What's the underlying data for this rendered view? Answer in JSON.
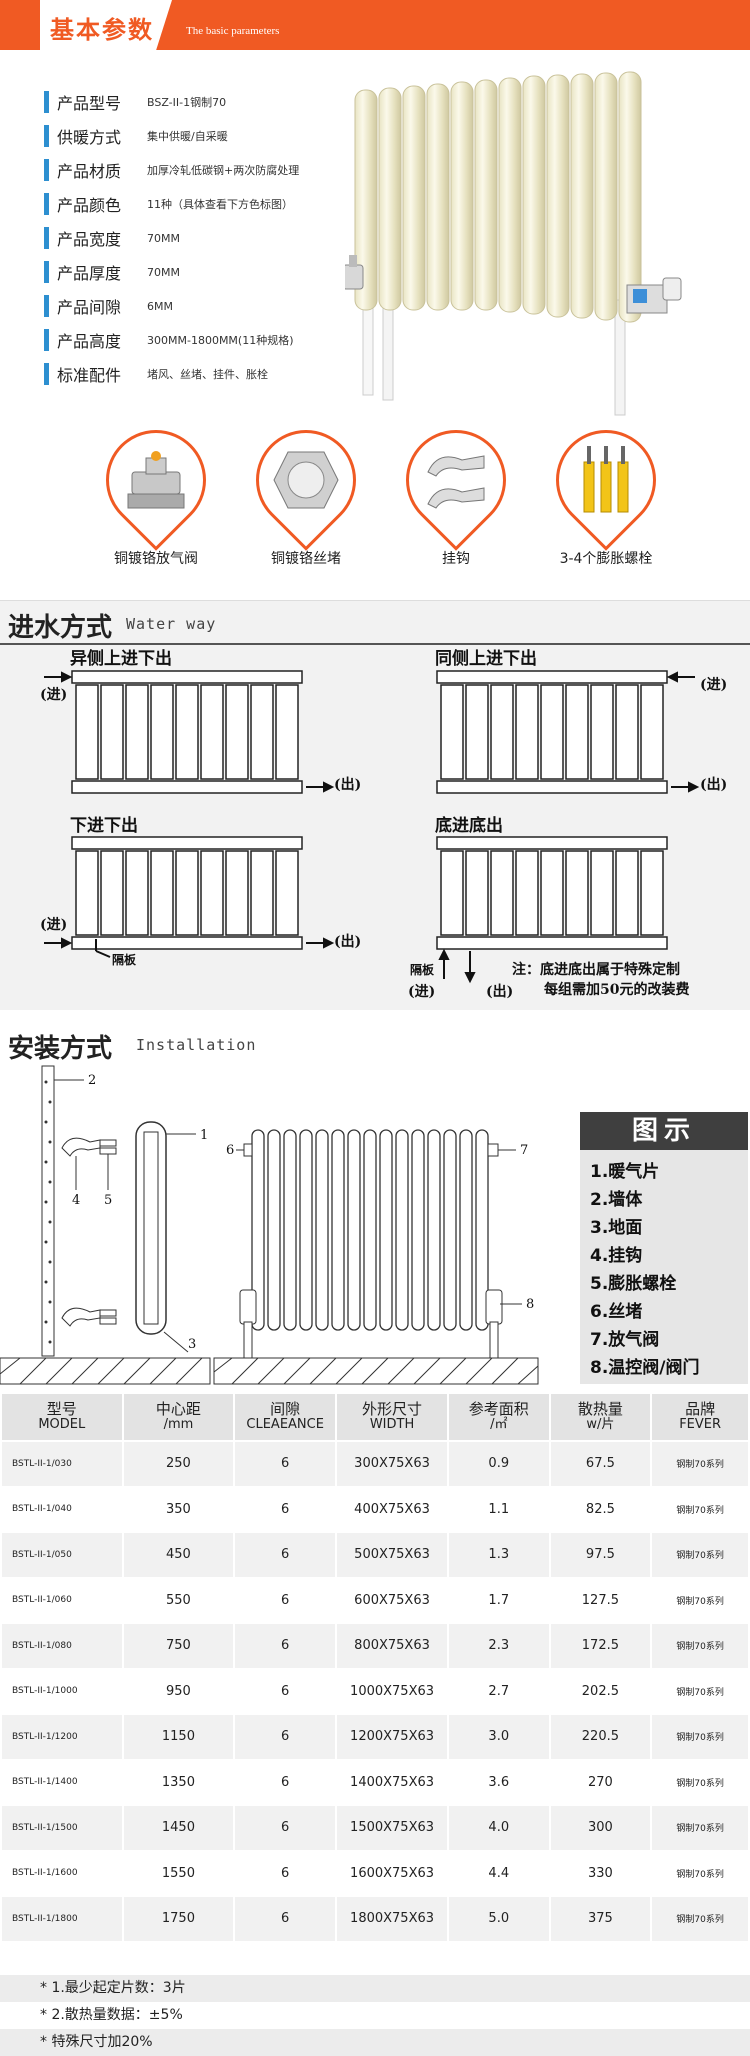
{
  "header": {
    "title": "基本参数",
    "subtitle": "The basic parameters"
  },
  "params": [
    {
      "label": "产品型号",
      "value": "BSZ-II-1钢制70"
    },
    {
      "label": "供暖方式",
      "value": "集中供暖/自采暖"
    },
    {
      "label": "产品材质",
      "value": "加厚冷轧低碳钢+两次防腐处理"
    },
    {
      "label": "产品颜色",
      "value": "11种（具体查看下方色标图）"
    },
    {
      "label": "产品宽度",
      "value": "70MM"
    },
    {
      "label": "产品厚度",
      "value": "70MM"
    },
    {
      "label": "产品间隙",
      "value": "6MM"
    },
    {
      "label": "产品高度",
      "value": "300MM-1800MM(11种规格)"
    },
    {
      "label": "标准配件",
      "value": "堵风、丝堵、挂件、胀栓"
    }
  ],
  "accessories": [
    {
      "label": "铜镀铬放气阀",
      "icon": "air-valve-icon"
    },
    {
      "label": "铜镀铬丝堵",
      "icon": "plug-icon"
    },
    {
      "label": "挂钩",
      "icon": "hook-icon"
    },
    {
      "label": "3-4个膨胀螺栓",
      "icon": "bolt-icon"
    }
  ],
  "water_way": {
    "title": "进水方式",
    "subtitle": "Water way",
    "diagrams": [
      {
        "title": "异侧上进下出",
        "in": "(进)",
        "out": "(出)"
      },
      {
        "title": "同侧上进下出",
        "in": "(进)",
        "out": "(出)"
      },
      {
        "title": "下进下出",
        "in": "(进)",
        "out": "(出)",
        "baffle": "隔板"
      },
      {
        "title": "底进底出",
        "in": "(进)",
        "out": "(出)",
        "baffle": "隔板"
      }
    ],
    "note_line1": "注：底进底出属于特殊定制",
    "note_line2": "每组需加50元的改装费"
  },
  "installation": {
    "title": "安装方式",
    "subtitle": "Installation",
    "legend_title": "图示",
    "legend": [
      "1.暖气片",
      "2.墙体",
      "3.地面",
      "4.挂钩",
      "5.膨胀螺栓",
      "6.丝堵",
      "7.放气阀",
      "8.温控阀/阀门"
    ],
    "callouts": [
      "1",
      "2",
      "3",
      "4",
      "5",
      "6",
      "7",
      "8"
    ]
  },
  "table": {
    "headers": [
      {
        "cn": "型号",
        "en": "MODEL"
      },
      {
        "cn": "中心距",
        "en": "/mm"
      },
      {
        "cn": "间隙",
        "en": "CLEAEANCE"
      },
      {
        "cn": "外形尺寸",
        "en": "WIDTH"
      },
      {
        "cn": "参考面积",
        "en": "/㎡"
      },
      {
        "cn": "散热量",
        "en": "w/片"
      },
      {
        "cn": "品牌",
        "en": "FEVER"
      }
    ],
    "rows": [
      [
        "BSTL-II-1/030",
        "250",
        "6",
        "300X75X63",
        "0.9",
        "67.5",
        "钢制70系列"
      ],
      [
        "BSTL-II-1/040",
        "350",
        "6",
        "400X75X63",
        "1.1",
        "82.5",
        "钢制70系列"
      ],
      [
        "BSTL-II-1/050",
        "450",
        "6",
        "500X75X63",
        "1.3",
        "97.5",
        "钢制70系列"
      ],
      [
        "BSTL-II-1/060",
        "550",
        "6",
        "600X75X63",
        "1.7",
        "127.5",
        "钢制70系列"
      ],
      [
        "BSTL-II-1/080",
        "750",
        "6",
        "800X75X63",
        "2.3",
        "172.5",
        "钢制70系列"
      ],
      [
        "BSTL-II-1/1000",
        "950",
        "6",
        "1000X75X63",
        "2.7",
        "202.5",
        "钢制70系列"
      ],
      [
        "BSTL-II-1/1200",
        "1150",
        "6",
        "1200X75X63",
        "3.0",
        "220.5",
        "钢制70系列"
      ],
      [
        "BSTL-II-1/1400",
        "1350",
        "6",
        "1400X75X63",
        "3.6",
        "270",
        "钢制70系列"
      ],
      [
        "BSTL-II-1/1500",
        "1450",
        "6",
        "1500X75X63",
        "4.0",
        "300",
        "钢制70系列"
      ],
      [
        "BSTL-II-1/1600",
        "1550",
        "6",
        "1600X75X63",
        "4.4",
        "330",
        "钢制70系列"
      ],
      [
        "BSTL-II-1/1800",
        "1750",
        "6",
        "1800X75X63",
        "5.0",
        "375",
        "钢制70系列"
      ]
    ]
  },
  "notes": [
    "*  1.最少起定片数：3片",
    "*  2.散热量数据：±5%",
    "*  特殊尺寸加20%"
  ],
  "colors": {
    "accent": "#f05a23",
    "bar": "#2d8fd0"
  }
}
